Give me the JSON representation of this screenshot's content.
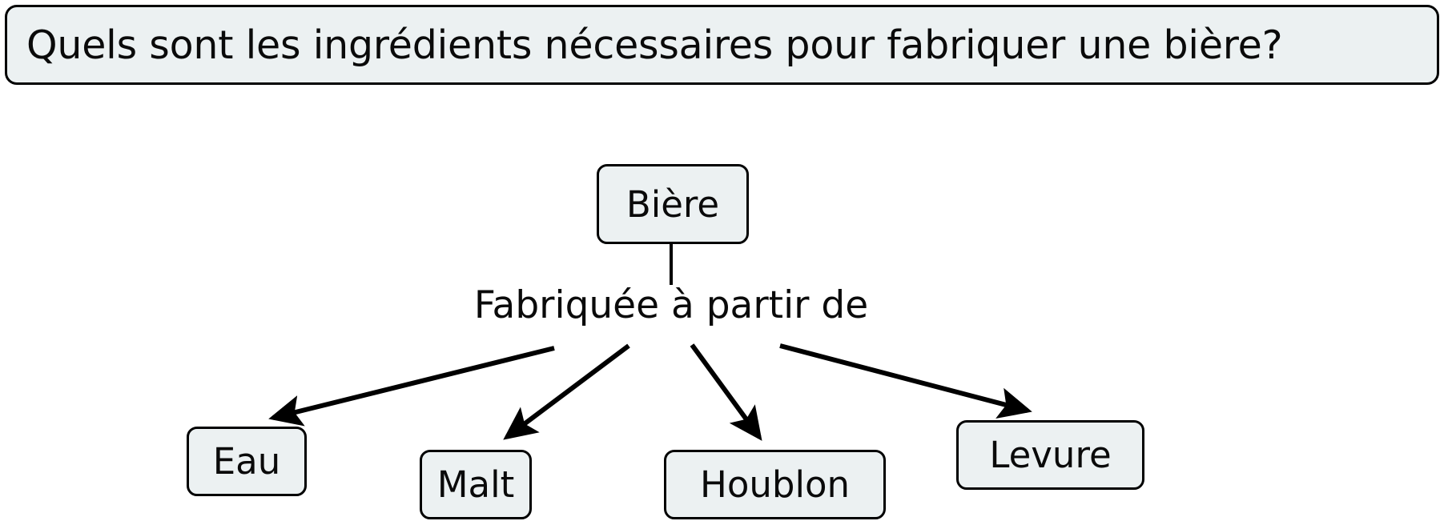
{
  "question": {
    "text": "Quels sont les ingrédients nécessaires pour fabriquer une bière?"
  },
  "graph": {
    "root": {
      "id": "biere",
      "label": "Bière"
    },
    "edge_label": "Fabriquée à partir de",
    "children": [
      {
        "id": "eau",
        "label": "Eau"
      },
      {
        "id": "malt",
        "label": "Malt"
      },
      {
        "id": "houblon",
        "label": "Houblon"
      },
      {
        "id": "levure",
        "label": "Levure"
      }
    ]
  },
  "style": {
    "node_fill": "#ecf1f2",
    "node_border": "#000000",
    "text_color": "#0a0a0a",
    "background": "#ffffff",
    "edge_color": "#000000"
  }
}
